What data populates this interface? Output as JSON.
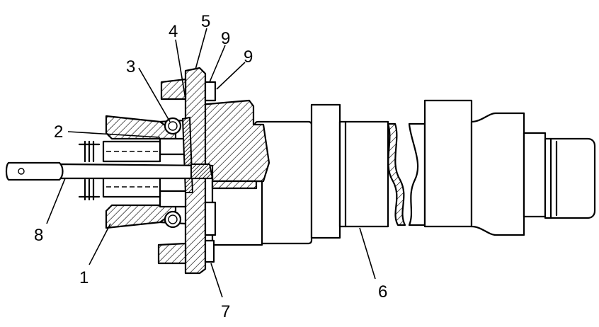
{
  "labels": {
    "p1": "1",
    "p2": "2",
    "p3": "3",
    "p4": "4",
    "p5": "5",
    "p6": "6",
    "p7": "7",
    "p8": "8",
    "p9a": "9",
    "p9b": "9"
  },
  "colors": {
    "line": "#000000",
    "background": "#ffffff"
  }
}
